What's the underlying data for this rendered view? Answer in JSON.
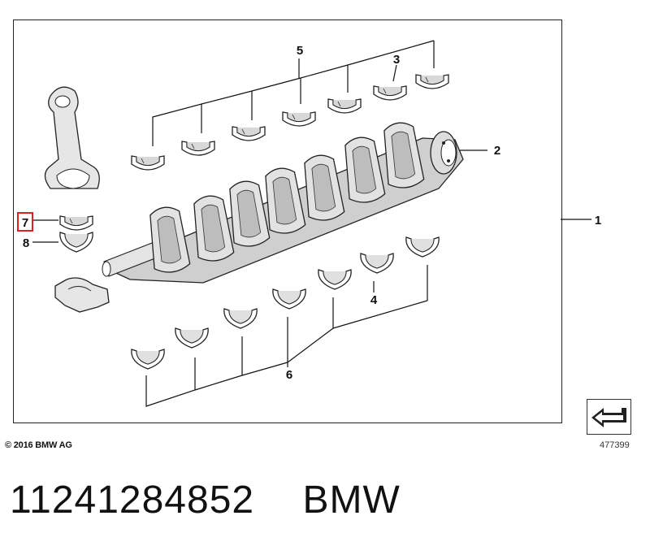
{
  "diagram": {
    "callouts": {
      "c1": "1",
      "c2": "2",
      "c3": "3",
      "c4": "4",
      "c5": "5",
      "c6": "6",
      "c7": "7",
      "c8": "8"
    },
    "highlighted_callout": "7",
    "highlight_color": "#e02020"
  },
  "footer": {
    "copyright": "© 2016 BMW AG",
    "diagram_number": "477399"
  },
  "icons": {
    "nav": "arrow-right-icon"
  },
  "caption": {
    "part_number": "11241284852",
    "brand": "BMW"
  }
}
